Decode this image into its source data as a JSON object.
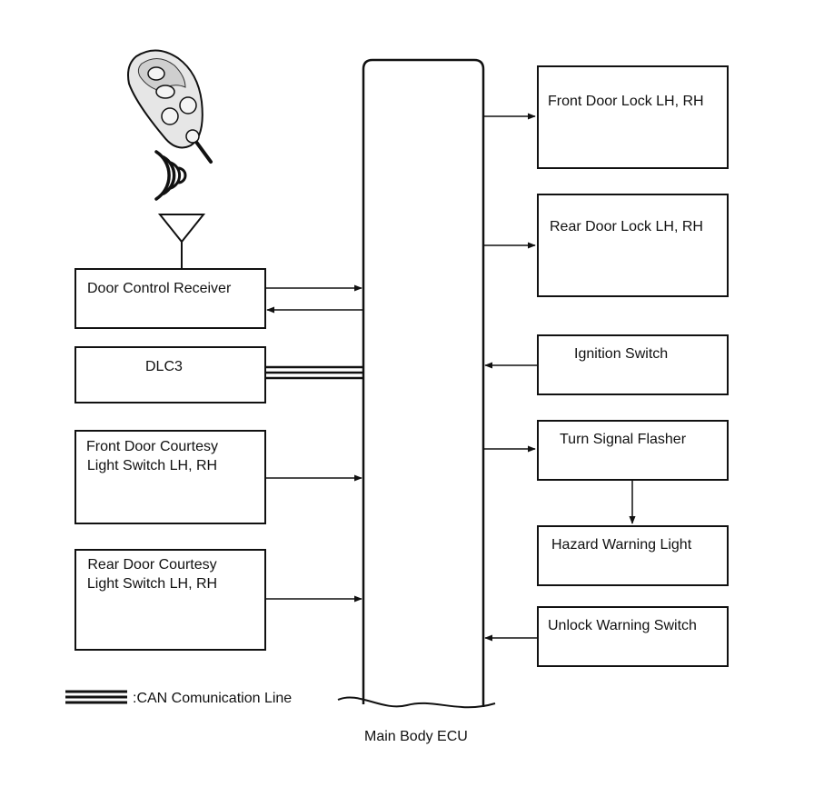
{
  "diagram": {
    "ecu_label": "Main Body ECU",
    "legend_label": ":CAN Comunication Line",
    "boxes": {
      "door_control_receiver": "Door Control Receiver",
      "dlc3": "DLC3",
      "front_courtesy": [
        "Front Door Courtesy",
        "Light Switch LH, RH"
      ],
      "rear_courtesy": [
        "Rear Door Courtesy",
        "Light Switch LH, RH"
      ],
      "front_door_lock": "Front Door Lock LH, RH",
      "rear_door_lock": "Rear Door Lock LH, RH",
      "ignition_switch": "Ignition Switch",
      "turn_signal_flasher": "Turn Signal Flasher",
      "hazard_warning_light": "Hazard Warning Light",
      "unlock_warning_switch": "Unlock Warning Switch"
    },
    "icons": [
      "key-fob-icon",
      "radio-waves-icon",
      "antenna-icon"
    ]
  }
}
